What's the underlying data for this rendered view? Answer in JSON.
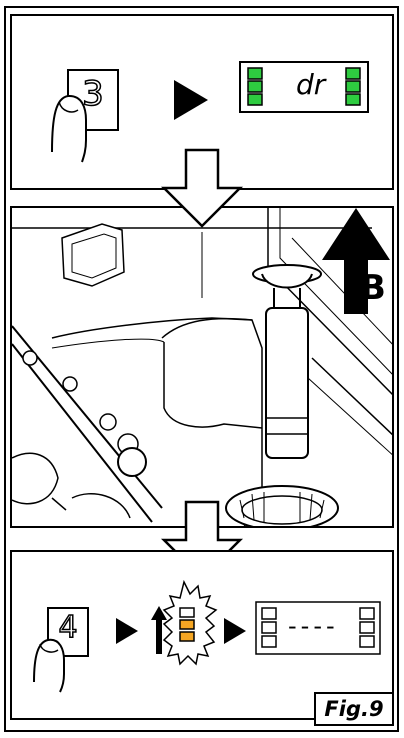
{
  "step1": {
    "key_label": "3",
    "display_text": "dr"
  },
  "photo": {
    "arrow_label": "B"
  },
  "step2": {
    "key_label": "4",
    "display_text": "----"
  },
  "figure_label": "Fig.9"
}
